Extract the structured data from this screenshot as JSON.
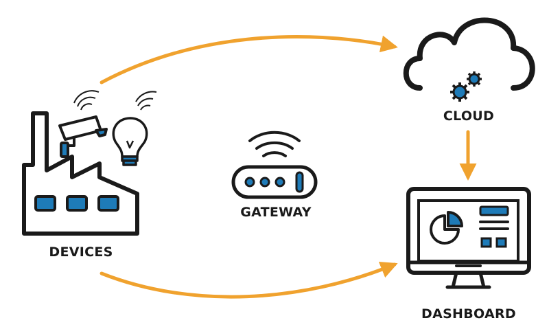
{
  "labels": {
    "devices": "DEVICES",
    "gateway": "GATEWAY",
    "cloud": "CLOUD",
    "dashboard": "DASHBOARD"
  },
  "colors": {
    "arrow": "#F0A22E",
    "ink": "#1a1a1a",
    "accent": "#1E7BB8"
  },
  "icons": {
    "devices": "factory-with-camera-and-bulb-icon",
    "gateway": "wifi-router-icon",
    "cloud": "cloud-with-gears-icon",
    "dashboard": "monitor-dashboard-icon"
  }
}
